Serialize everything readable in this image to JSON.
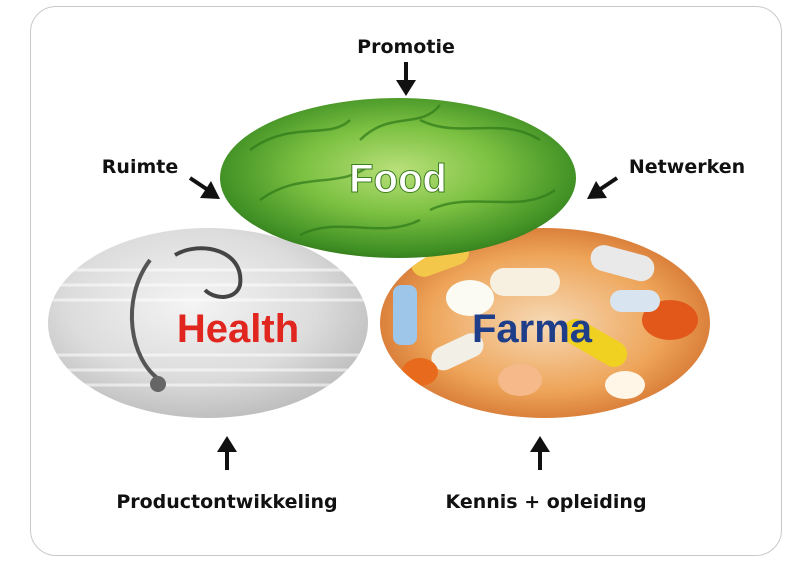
{
  "circles": {
    "food": {
      "label": "Food",
      "label_color": "#ffffff"
    },
    "health": {
      "label": "Health",
      "label_color": "#e0261f"
    },
    "farma": {
      "label": "Farma",
      "label_color": "#1f3e8a"
    }
  },
  "arrows": {
    "promotie": {
      "label": "Promotie"
    },
    "ruimte": {
      "label": "Ruimte"
    },
    "netwerken": {
      "label": "Netwerken"
    },
    "productontwikkeling": {
      "label": "Productontwikkeling"
    },
    "kennis": {
      "label": "Kennis + opleiding"
    }
  },
  "colors": {
    "lettuce": "#5aa832",
    "pills_orange": "#e8752a",
    "coat_grey": "#d9d9d9",
    "text": "#111111"
  }
}
